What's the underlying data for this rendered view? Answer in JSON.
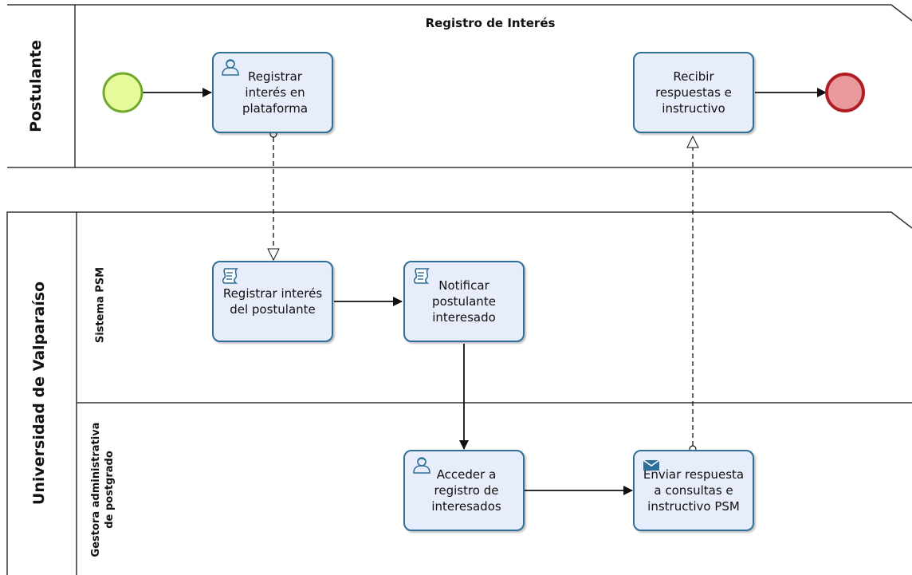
{
  "title": "Registro de Interés",
  "pools": {
    "postulante": {
      "label": "Postulante"
    },
    "universidad": {
      "label": "Universidad de Valparaíso"
    }
  },
  "lanes": {
    "sistema": {
      "label": "Sistema PSM"
    },
    "gestora": {
      "label_line1": "Gestora administrativa",
      "label_line2": "de postgrado"
    }
  },
  "tasks": {
    "registrar_plataforma": {
      "label": "Registrar interés en plataforma",
      "icon": "user-task-icon"
    },
    "recibir_respuestas": {
      "label": "Recibir respuestas e instructivo",
      "icon": "none"
    },
    "registrar_postulante": {
      "label": "Registrar interés del postulante",
      "icon": "script-task-icon"
    },
    "notificar_postulante": {
      "label": "Notificar postulante interesado",
      "icon": "script-task-icon"
    },
    "acceder_registro": {
      "label": "Acceder a registro de interesados",
      "icon": "user-task-icon"
    },
    "enviar_respuesta": {
      "label": "Enviar respuesta a consultas e instructivo PSM",
      "icon": "send-task-icon"
    }
  },
  "colors": {
    "task_border": "#2f6f98",
    "task_fill": "#e8edfb",
    "start_event_fill": "#e6f99b",
    "start_event_stroke": "#6eaa2c",
    "end_event_fill": "#ea9a9d",
    "end_event_stroke": "#b01e24"
  }
}
